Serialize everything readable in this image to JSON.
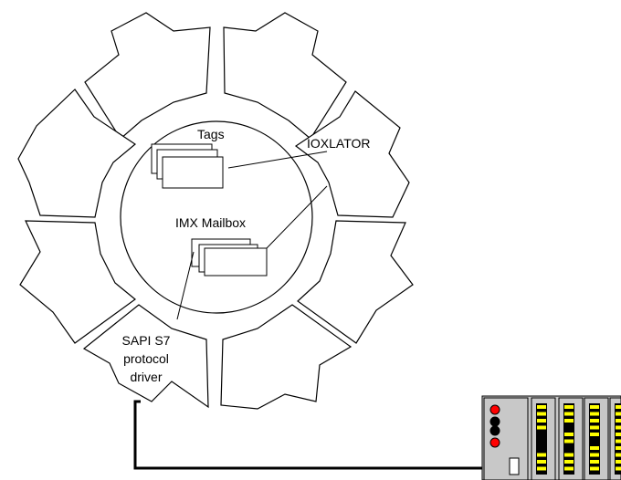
{
  "diagram": {
    "labels": {
      "tags": "Tags",
      "ioxlator": "IOXLATOR",
      "imx_mailbox": "IMX Mailbox",
      "sapi_line1": "SAPI S7",
      "sapi_line2": "protocol",
      "sapi_line3": "driver"
    },
    "colors": {
      "plc_body": "#c8c8c8",
      "led_red": "#ff0000",
      "led_black": "#000000",
      "io_yellow": "#ffff00"
    }
  }
}
